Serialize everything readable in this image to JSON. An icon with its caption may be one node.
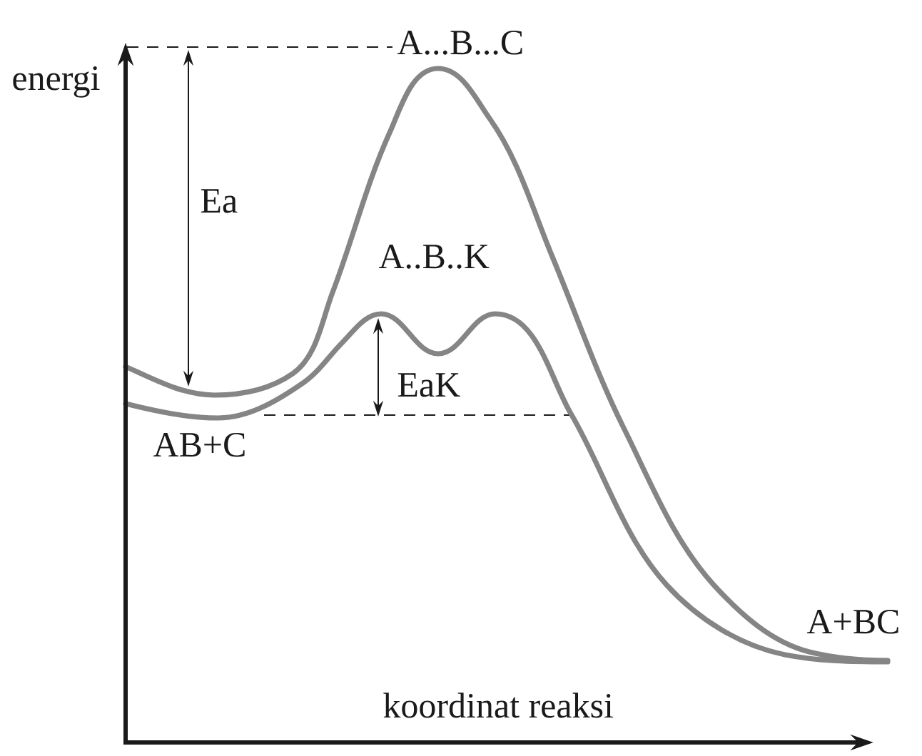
{
  "diagram": {
    "labels": [
      "A...B...C",
      "energi",
      "Ea",
      "A..B..K",
      "EaK",
      "AB+C",
      "A+BC",
      "koordinat reaksi"
    ]
  }
}
